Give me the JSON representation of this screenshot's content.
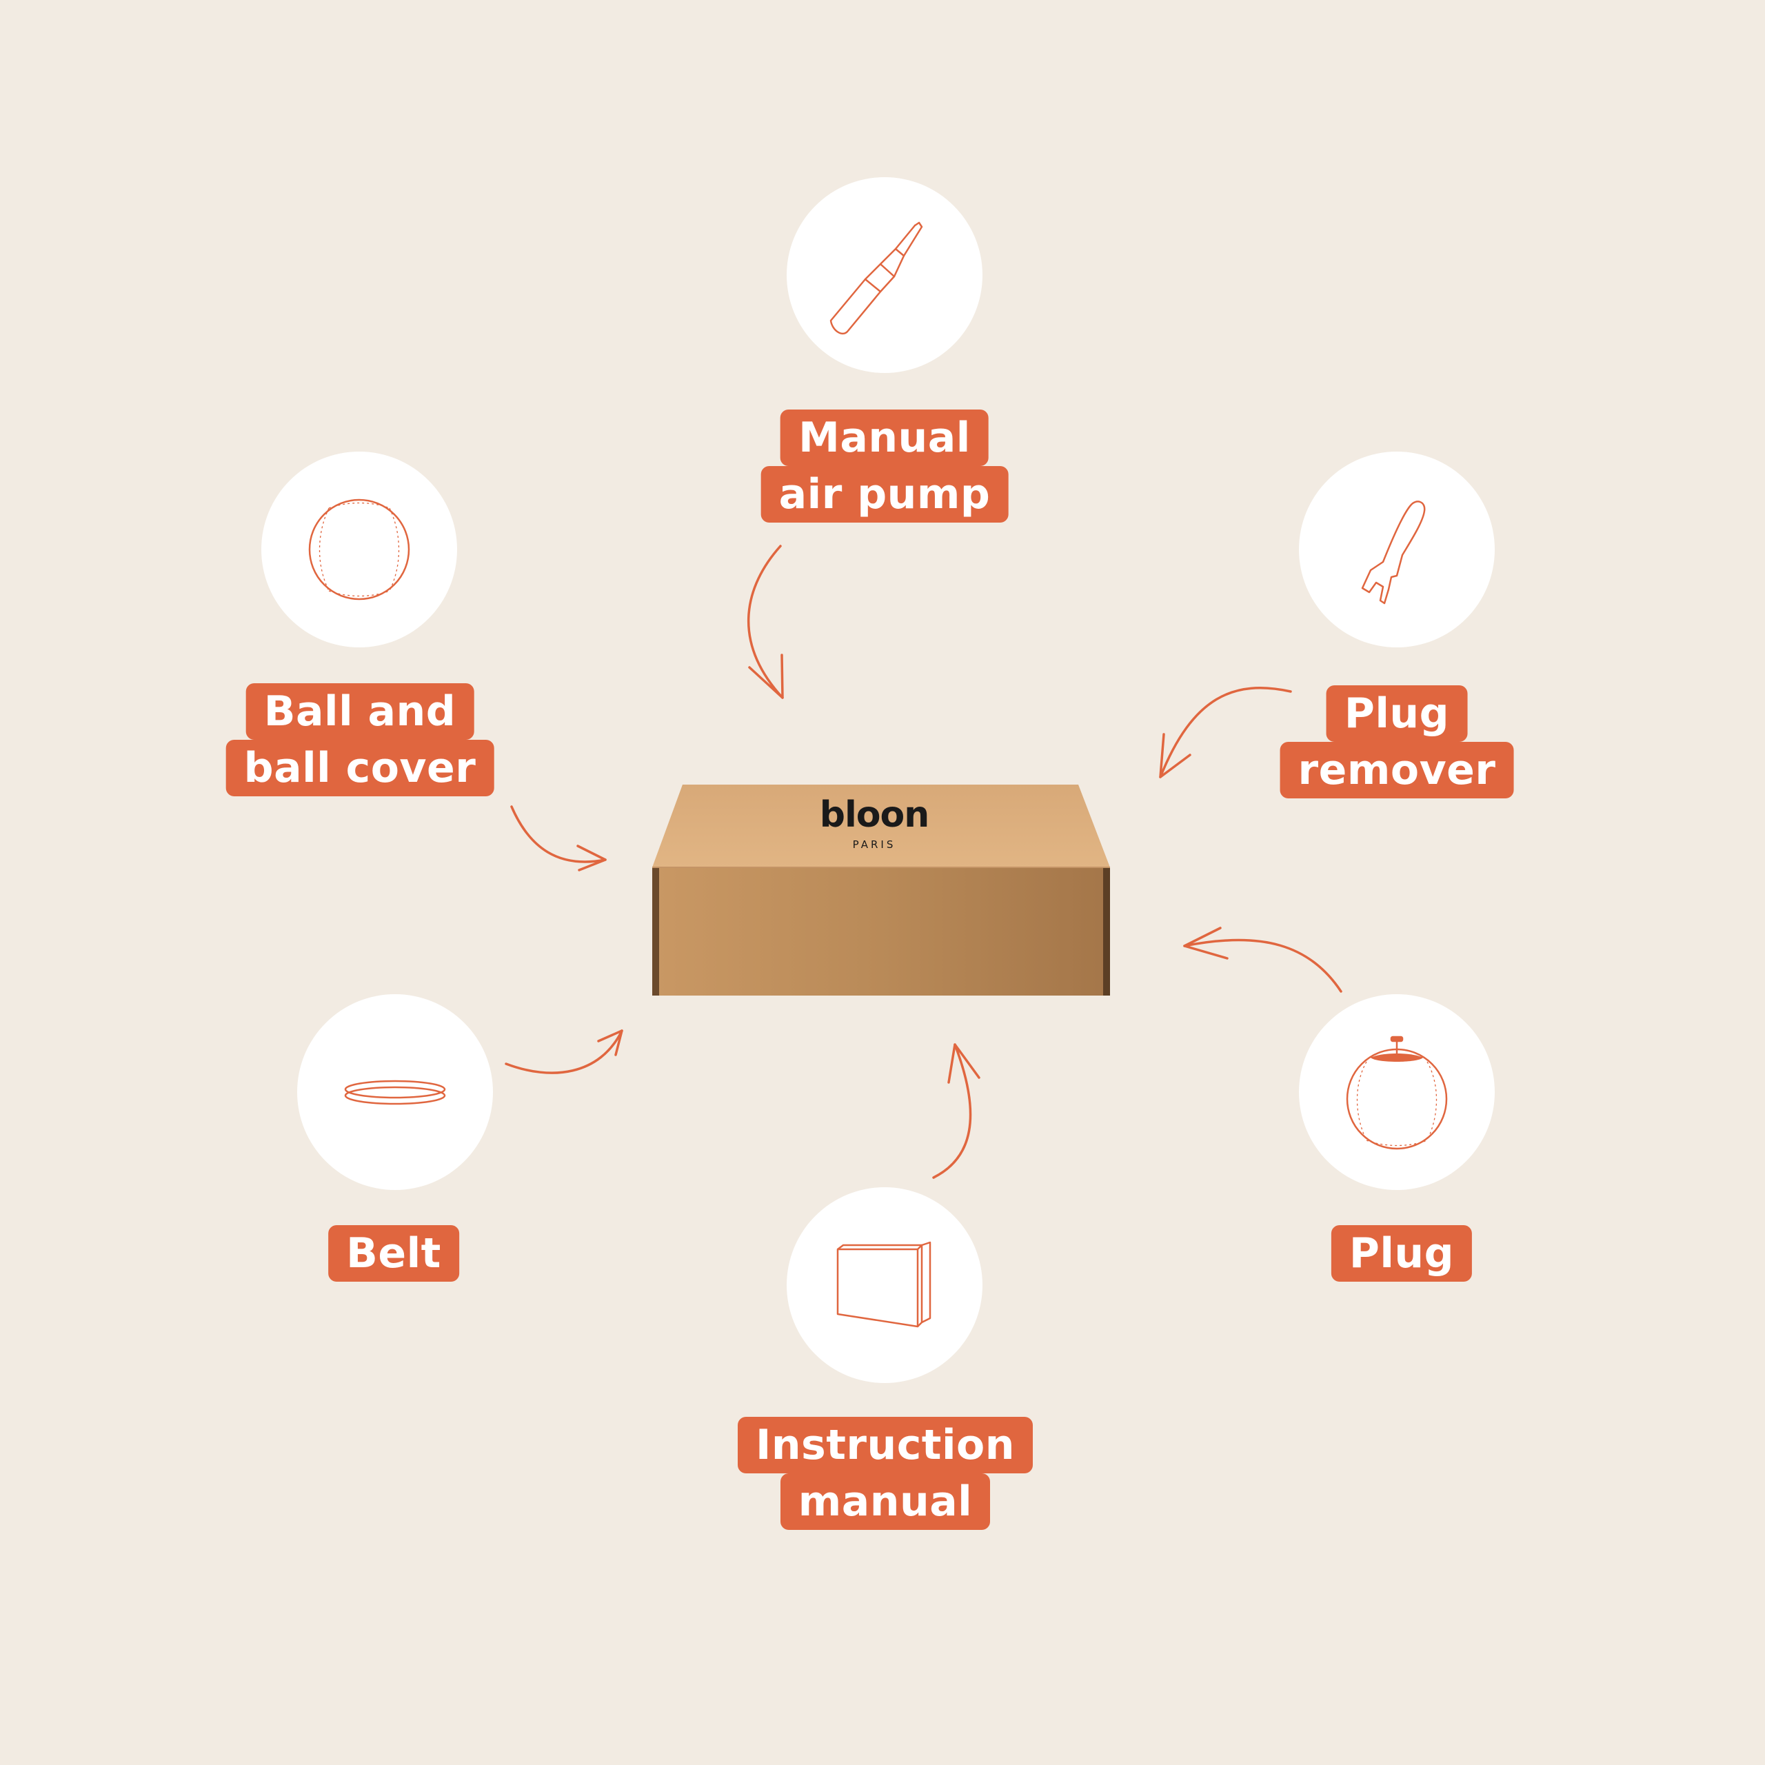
{
  "colors": {
    "background": "#f2ebe2",
    "accent": "#e0663f",
    "circle": "#ffffff",
    "box": "#c9925c"
  },
  "box": {
    "brand": "bloon",
    "brand_sub": "PARIS"
  },
  "items": [
    {
      "id": "pump",
      "icon": "air-pump-icon",
      "lines": [
        "Manual",
        "air pump"
      ]
    },
    {
      "id": "ball",
      "icon": "ball-cover-icon",
      "lines": [
        "Ball and",
        "ball cover"
      ]
    },
    {
      "id": "remover",
      "icon": "plug-remover-icon",
      "lines": [
        "Plug",
        "remover"
      ]
    },
    {
      "id": "belt",
      "icon": "belt-icon",
      "lines": [
        "Belt"
      ]
    },
    {
      "id": "plug",
      "icon": "plug-ball-icon",
      "lines": [
        "Plug"
      ]
    },
    {
      "id": "manual",
      "icon": "booklet-icon",
      "lines": [
        "Instruction",
        "manual"
      ]
    }
  ]
}
